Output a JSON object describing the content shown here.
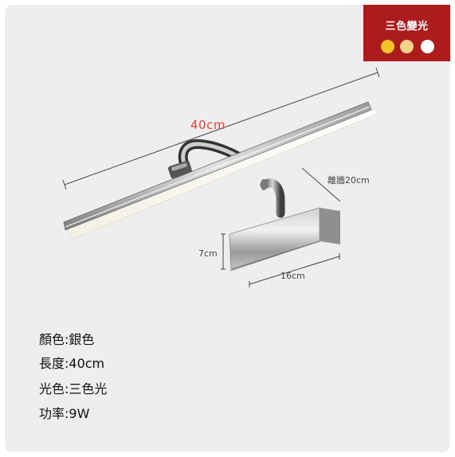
{
  "badge": {
    "title": "三色變光",
    "colors": [
      "#f6c428",
      "#f3d28a",
      "#ffffff"
    ]
  },
  "dimensions": {
    "length": "40cm",
    "wall_distance": "離牆20cm",
    "height": "7cm",
    "width": "16cm"
  },
  "specs": [
    "顏色:銀色",
    "長度:40cm",
    "光色:三色光",
    "功率:9W"
  ]
}
